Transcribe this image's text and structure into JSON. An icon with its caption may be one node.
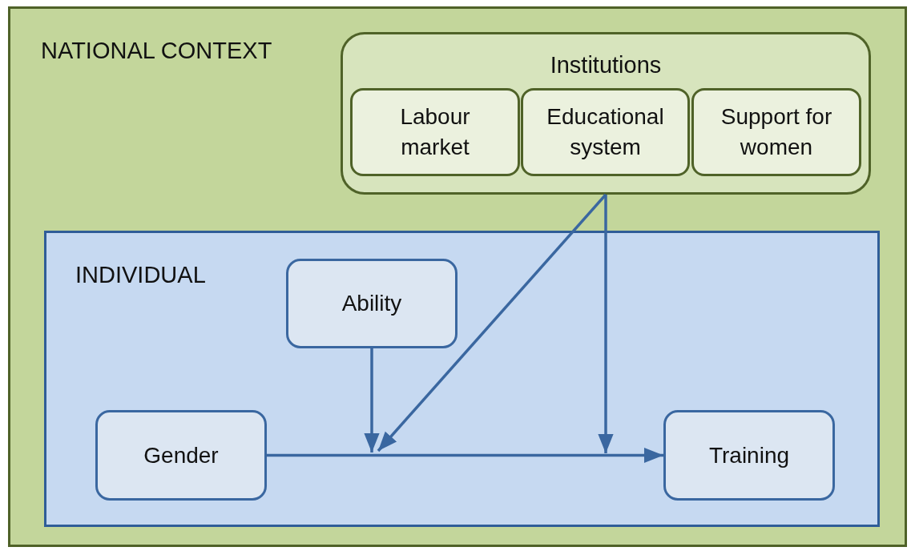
{
  "diagram": {
    "nodes": [
      {
        "text": [
          "NATIONAL CONTEXT"
        ]
      },
      {
        "text": [
          "Institutions"
        ],
        "in": 0
      },
      {
        "text": [
          "Labour market"
        ],
        "in": 1
      },
      {
        "text": [
          "Educational system"
        ],
        "in": 1
      },
      {
        "text": [
          "Support for women"
        ],
        "in": 1
      },
      {
        "text": [
          "INDIVIDUAL"
        ],
        "in": 0
      },
      {
        "text": [
          "Ability"
        ],
        "in": 5
      },
      {
        "text": [
          "Gender"
        ],
        "in": 5
      },
      {
        "text": [
          "Training"
        ],
        "in": 5
      }
    ],
    "edges": [
      {
        "from": 7,
        "to": 8,
        "arrow": "to"
      },
      {
        "from": 6,
        "to": null,
        "arrow": "to"
      },
      {
        "from": 1,
        "to": null,
        "arrow": "to"
      },
      {
        "from": 1,
        "to": null,
        "arrow": "to"
      }
    ]
  }
}
